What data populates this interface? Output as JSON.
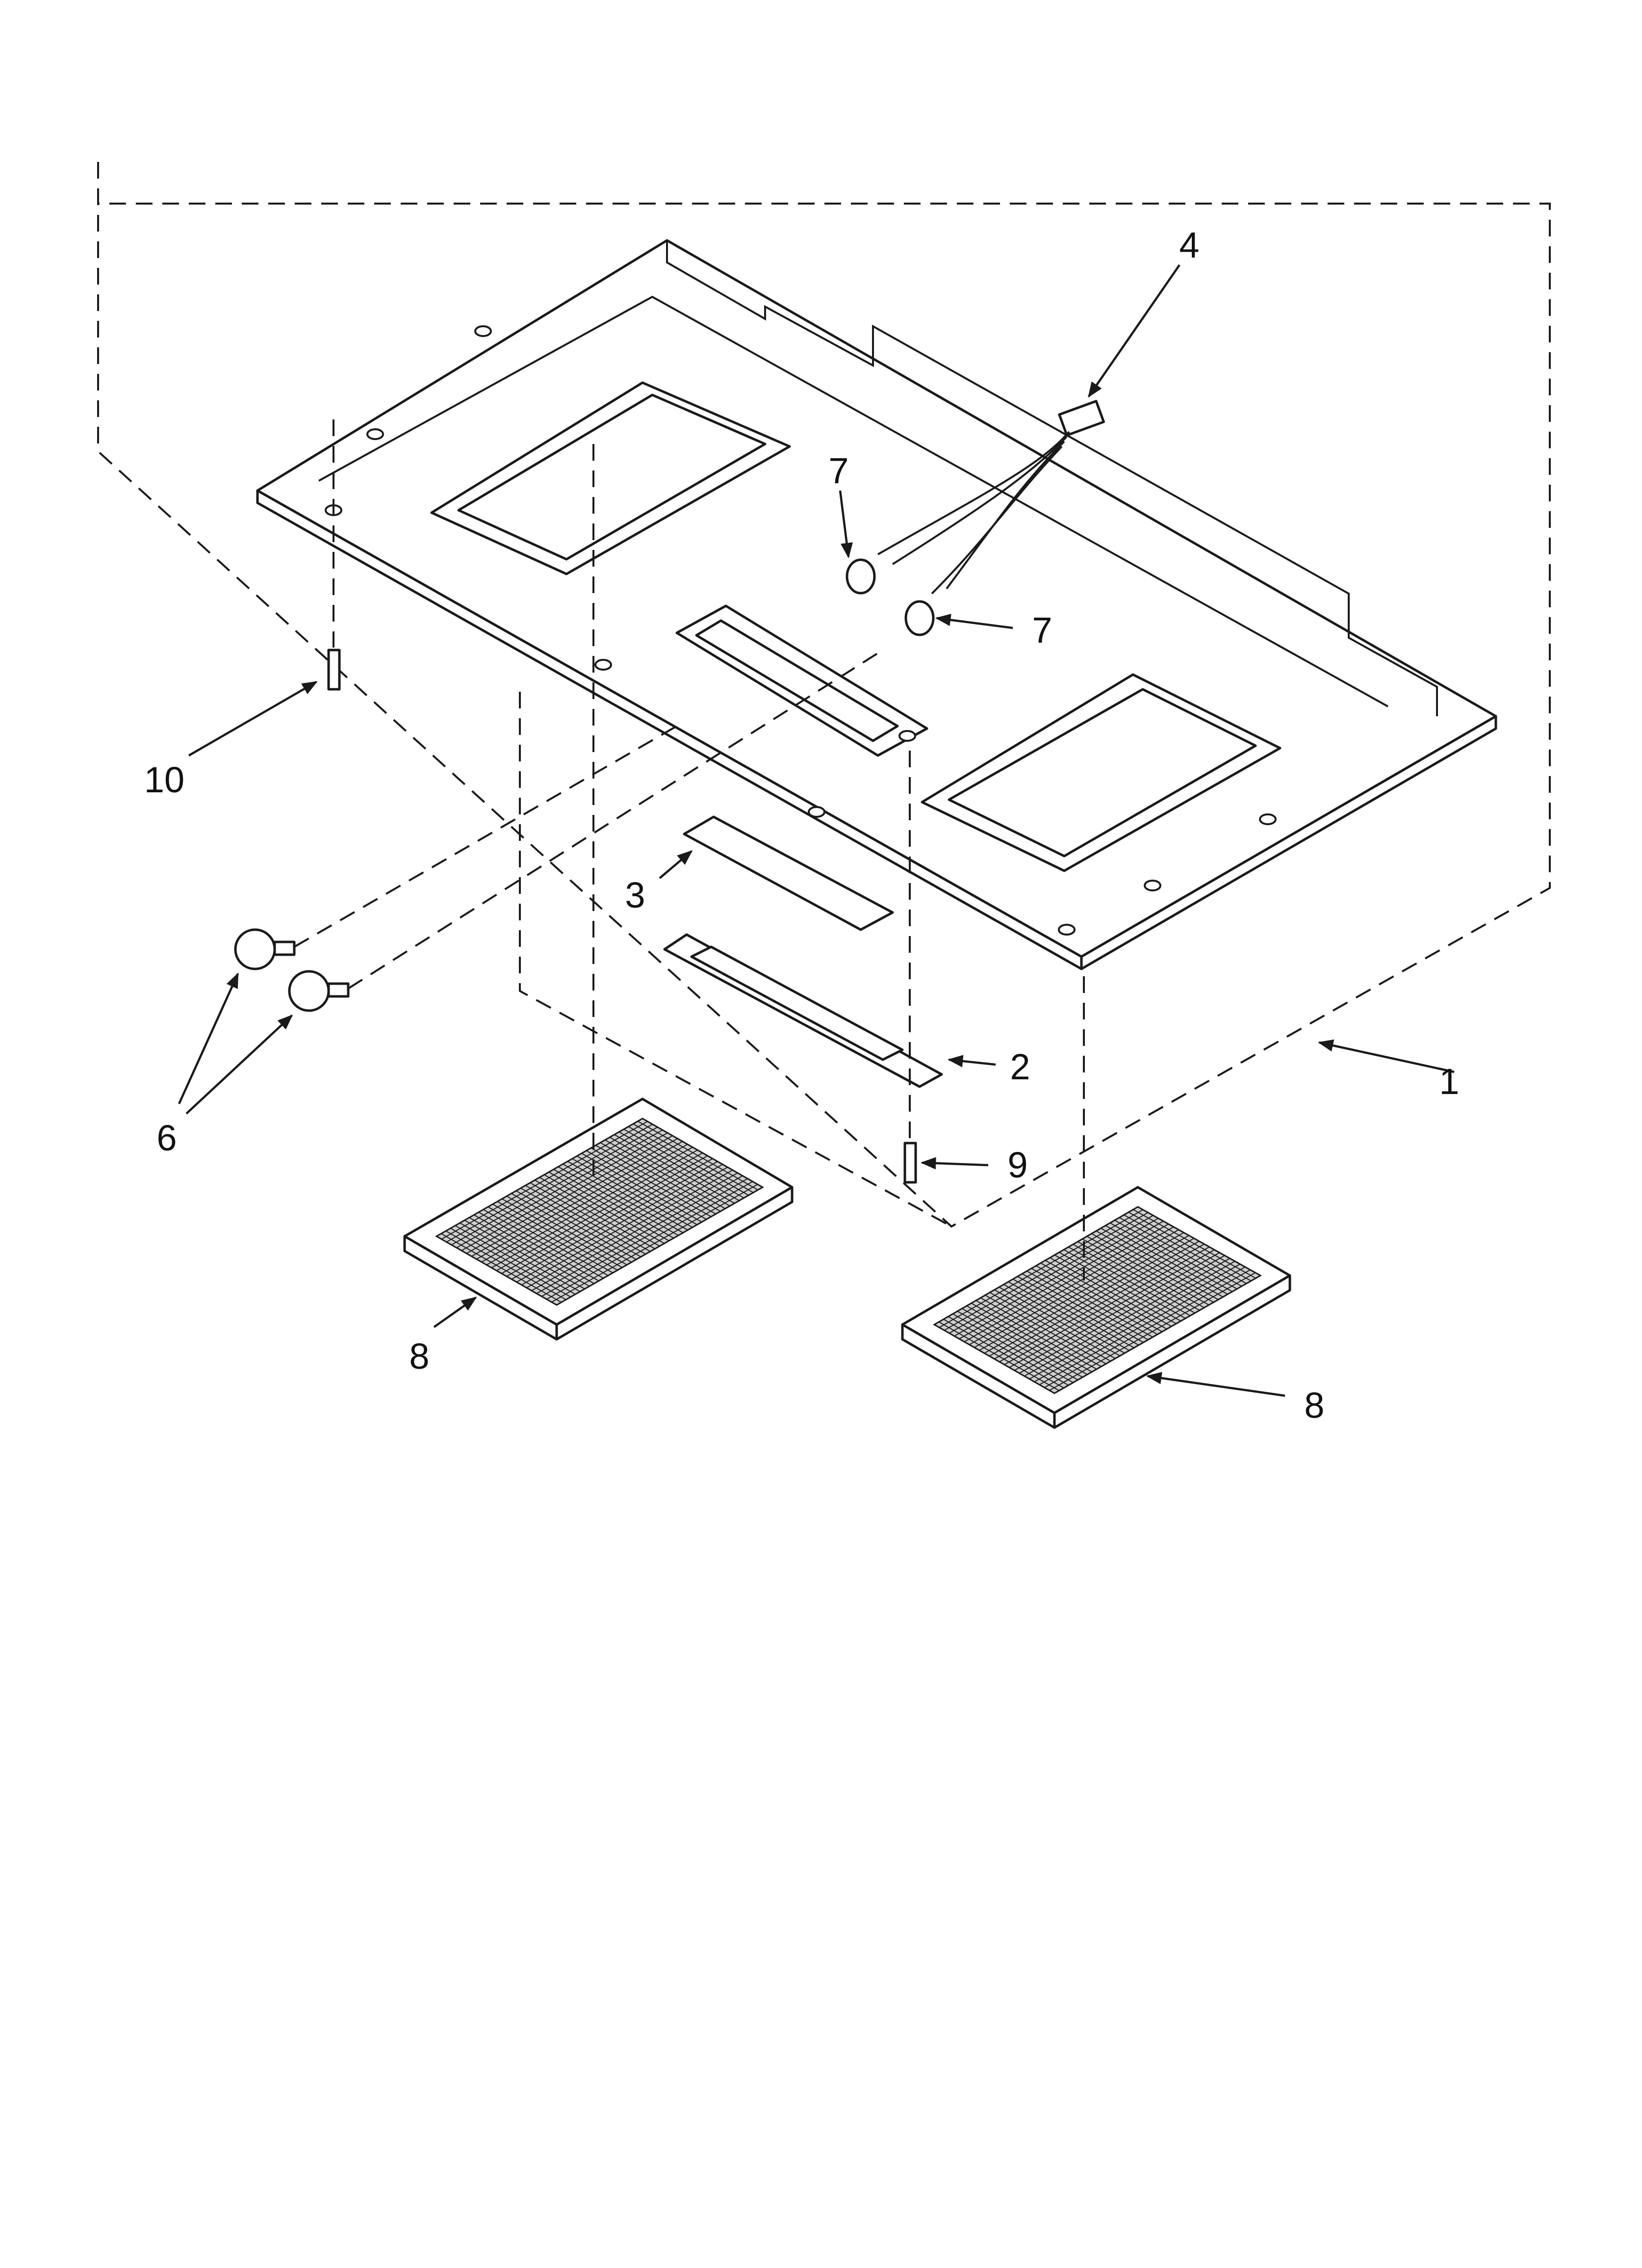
{
  "callouts": [
    {
      "id": "1",
      "label": "1"
    },
    {
      "id": "2",
      "label": "2"
    },
    {
      "id": "3",
      "label": "3"
    },
    {
      "id": "4",
      "label": "4"
    },
    {
      "id": "6",
      "label": "6"
    },
    {
      "id": "7a",
      "label": "7"
    },
    {
      "id": "7b",
      "label": "7"
    },
    {
      "id": "8a",
      "label": "8"
    },
    {
      "id": "8b",
      "label": "8"
    },
    {
      "id": "9",
      "label": "9"
    },
    {
      "id": "10",
      "label": "10"
    }
  ],
  "colors": {
    "ink": "#1a1a1a",
    "paper": "#ffffff"
  }
}
